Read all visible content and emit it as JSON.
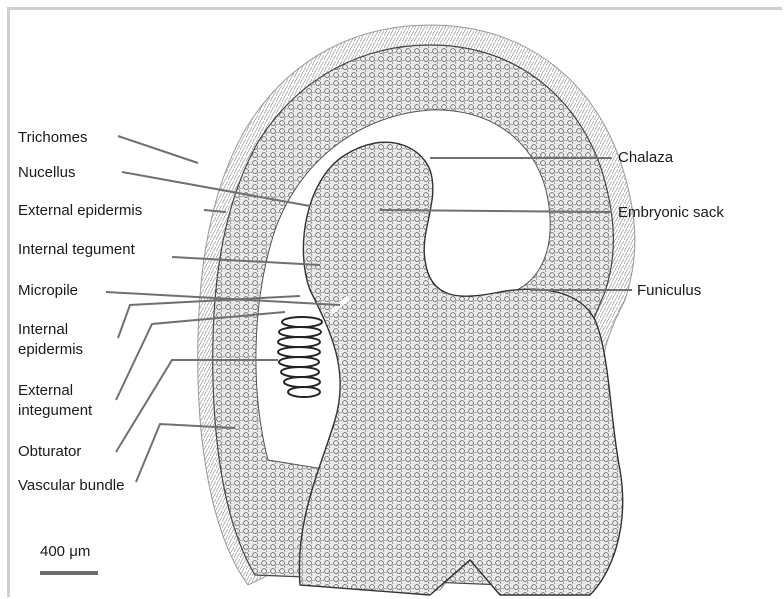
{
  "labels": {
    "trichomes": "Trichomes",
    "nucellus": "Nucellus",
    "external_epidermis": "External epidermis",
    "internal_tegument": "Internal tegument",
    "micropile": "Micropile",
    "internal_epidermis": [
      "Internal",
      "epidermis"
    ],
    "external_integument": [
      "External",
      "integument"
    ],
    "obturator": "Obturator",
    "vascular_bundle": "Vascular bundle",
    "chalaza": "Chalaza",
    "embryonic_sack": "Embryonic sack",
    "funiculus": "Funiculus"
  },
  "scale_bar": {
    "label": "400 μm"
  },
  "colors": {
    "leader_line": "#707070",
    "tissue_fill": "#e6e6e6",
    "tissue_stroke": "#3a3a3a",
    "sac_fill": "#ffffff"
  }
}
